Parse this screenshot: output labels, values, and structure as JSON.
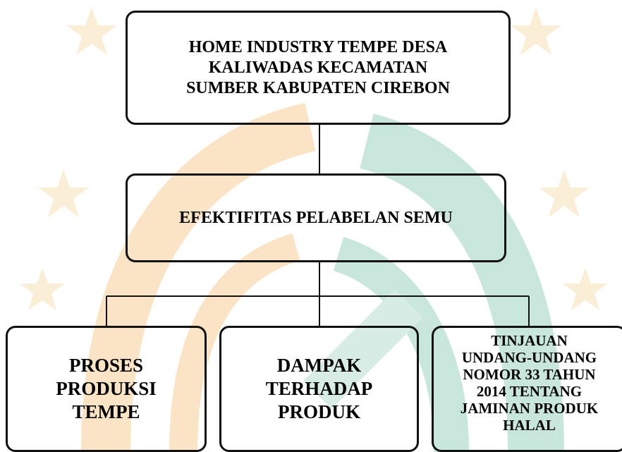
{
  "diagram": {
    "root": {
      "label": "HOME INDUSTRY TEMPE DESA\nKALIWADAS KECAMATAN\nSUMBER KABUPATEN CIREBON"
    },
    "middle": {
      "label": "EFEKTIFITAS PELABELAN SEMU"
    },
    "children": [
      {
        "label": "PROSES\nPRODUKSI\nTEMPE"
      },
      {
        "label": "DAMPAK\nTERHADAP\nPRODUK"
      },
      {
        "label": "TINJAUAN\nUNDANG-UNDANG\nNOMOR 33 TAHUN\n2014 TENTANG\nJAMINAN PRODUK\nHALAL"
      }
    ]
  },
  "colors": {
    "box_border": "#111111",
    "text": "#000000",
    "watermark_green": "#c9e6dc",
    "watermark_orange": "#fbe3c6",
    "watermark_star": "#fbeed7"
  }
}
